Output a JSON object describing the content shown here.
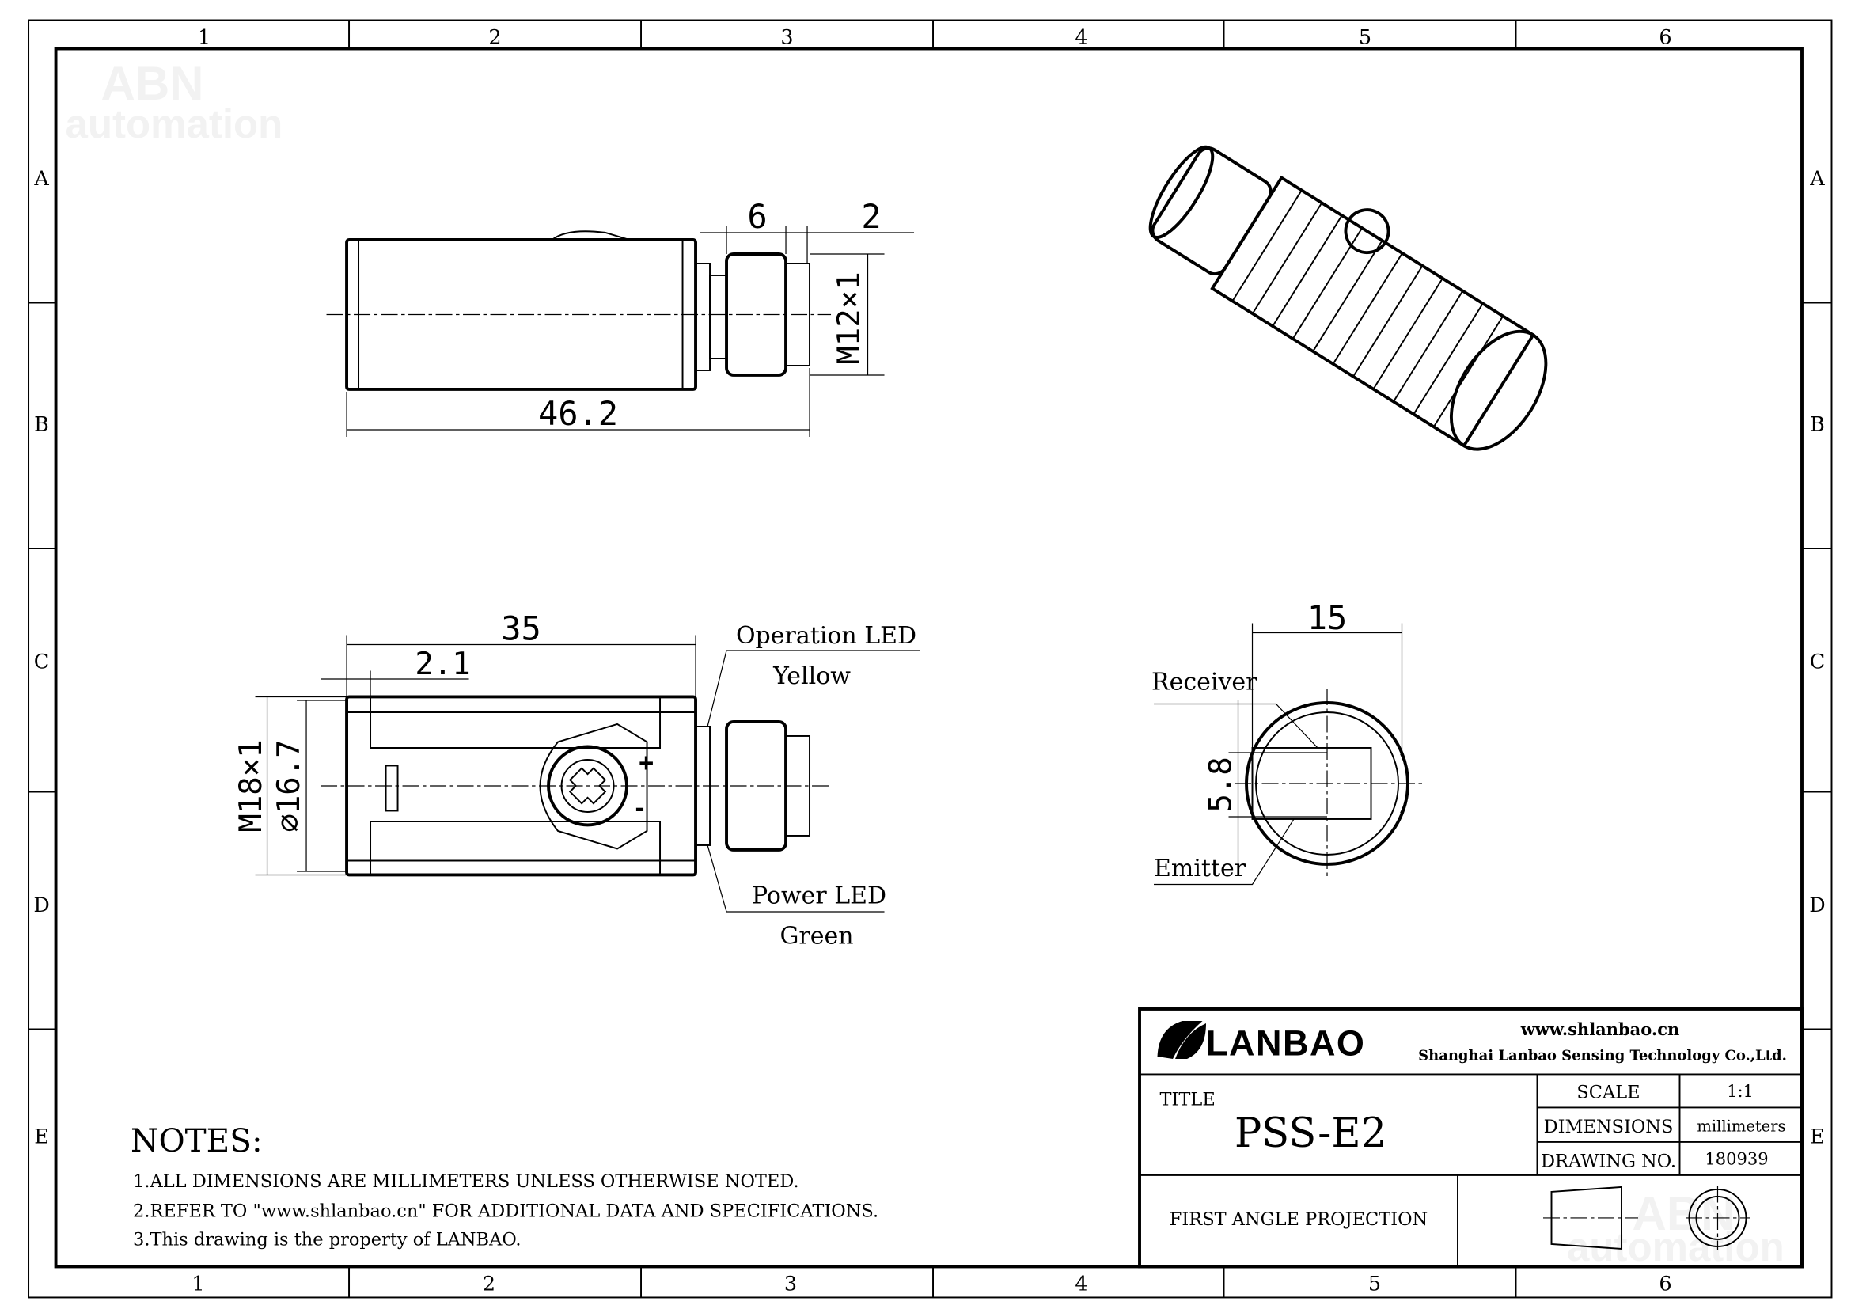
{
  "frame": {
    "columns": [
      "1",
      "2",
      "3",
      "4",
      "5",
      "6"
    ],
    "rows": [
      "A",
      "B",
      "C",
      "D",
      "E"
    ]
  },
  "watermark": {
    "line1": "ABN",
    "line2": "automation"
  },
  "side_view": {
    "dim_length": "46.2",
    "dim_connector": "6",
    "dim_tip": "2",
    "dim_thread": "M12×1"
  },
  "top_view": {
    "dim_length": "35",
    "dim_offset": "2.1",
    "dim_thread": "M18×1",
    "dim_diameter": "⌀16.7",
    "operation_led": "Operation LED",
    "operation_led_color": "Yellow",
    "power_led": "Power LED",
    "power_led_color": "Green",
    "plus": "+",
    "minus": "-"
  },
  "front_view": {
    "dim_width": "15",
    "dim_spacing": "5.8",
    "receiver": "Receiver",
    "emitter": "Emitter"
  },
  "notes": {
    "heading": "NOTES:",
    "items": [
      "1.ALL DIMENSIONS ARE MILLIMETERS UNLESS OTHERWISE NOTED.",
      "2.REFER TO \"www.shlanbao.cn\" FOR ADDITIONAL DATA AND SPECIFICATIONS.",
      "3.This drawing is the property of LANBAO."
    ]
  },
  "title_block": {
    "logo": "LANBAO",
    "website": "www.shlanbao.cn",
    "company": "Shanghai Lanbao Sensing Technology Co.,Ltd.",
    "title_label": "TITLE",
    "title": "PSS-E2",
    "scale_label": "SCALE",
    "scale": "1:1",
    "dimensions_label": "DIMENSIONS",
    "dimensions": "millimeters",
    "drawing_no_label": "DRAWING NO.",
    "drawing_no": "180939",
    "projection": "FIRST ANGLE PROJECTION"
  }
}
